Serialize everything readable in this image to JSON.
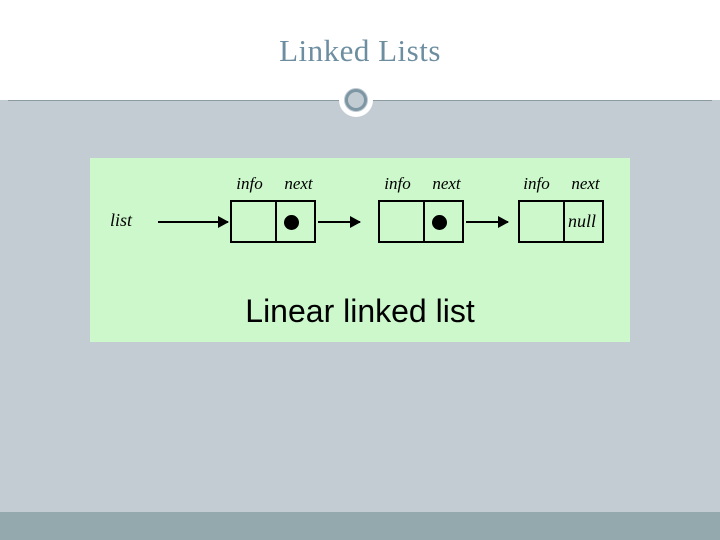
{
  "slide": {
    "title": "Linked Lists",
    "accent_color": "#6c8ea0",
    "background_color": "#c0cbd2",
    "footer_color": "#93a9ad"
  },
  "diagram": {
    "background_color": "#ccf8cc",
    "caption": "Linear linked list",
    "head_label": "list",
    "terminator_label": "null",
    "nodes": [
      {
        "info_label": "info",
        "next_label": "next",
        "has_pointer": true
      },
      {
        "info_label": "info",
        "next_label": "next",
        "has_pointer": true
      },
      {
        "info_label": "info",
        "next_label": "next",
        "has_pointer": false
      }
    ]
  }
}
